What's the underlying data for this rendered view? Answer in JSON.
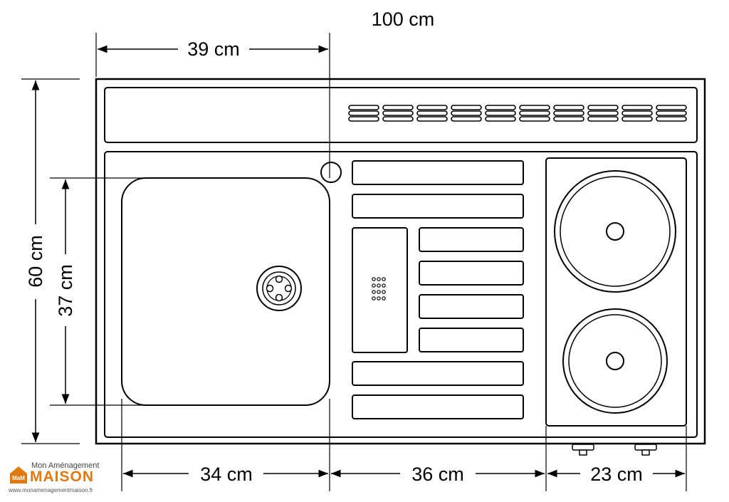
{
  "dimensions": {
    "total_width": "100 cm",
    "sink_area_width": "39 cm",
    "total_depth": "60 cm",
    "sink_depth": "37 cm",
    "sink_width": "34 cm",
    "drainboard_width": "36 cm",
    "hob_width": "23 cm"
  },
  "logo": {
    "top_text": "Mon Aménagement",
    "brand": "MAISON",
    "url": "www.monamenagementmaison.fr",
    "accent_color": "#e07a10"
  }
}
